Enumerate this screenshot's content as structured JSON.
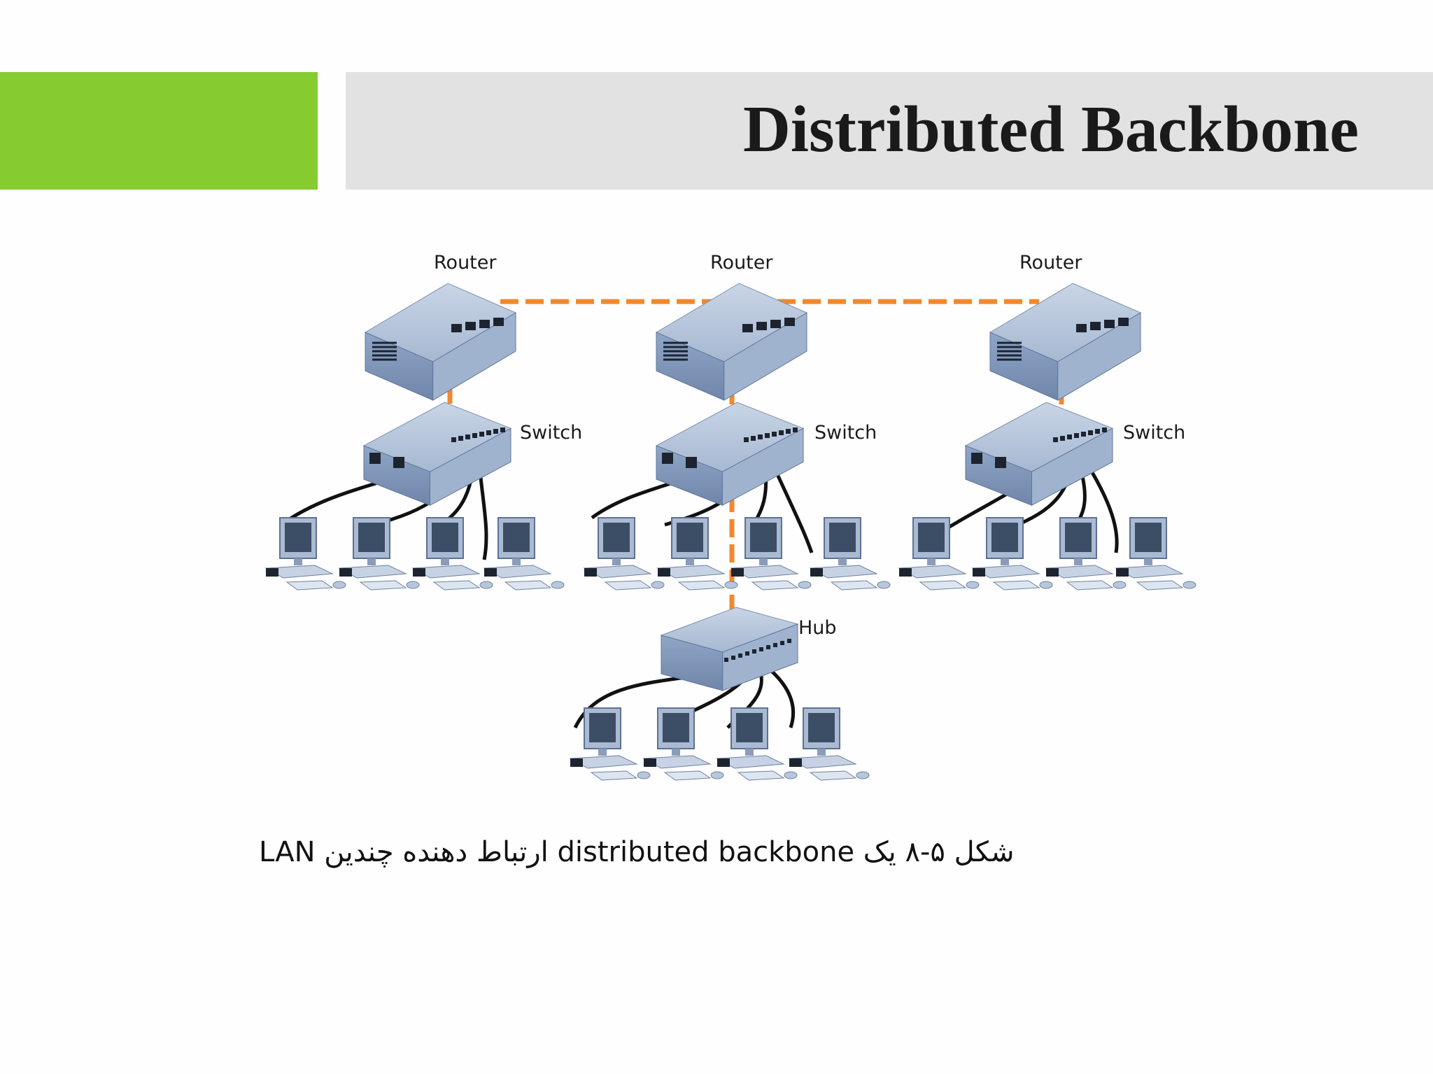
{
  "slide": {
    "title": "Distributed Backbone",
    "caption": "شکل ۵-۸ یک distributed backbone ارتباط دهنده چندین LAN"
  },
  "diagram": {
    "routers": [
      {
        "label": "Router"
      },
      {
        "label": "Router"
      },
      {
        "label": "Router"
      }
    ],
    "switches": [
      {
        "label": "Switch"
      },
      {
        "label": "Switch"
      },
      {
        "label": "Switch"
      }
    ],
    "hub": {
      "label": "Hub"
    },
    "colors": {
      "accent": "#86cb2f",
      "backbone_link": "#f0892e",
      "device": "#8fa6c7",
      "cable": "#111111"
    }
  }
}
